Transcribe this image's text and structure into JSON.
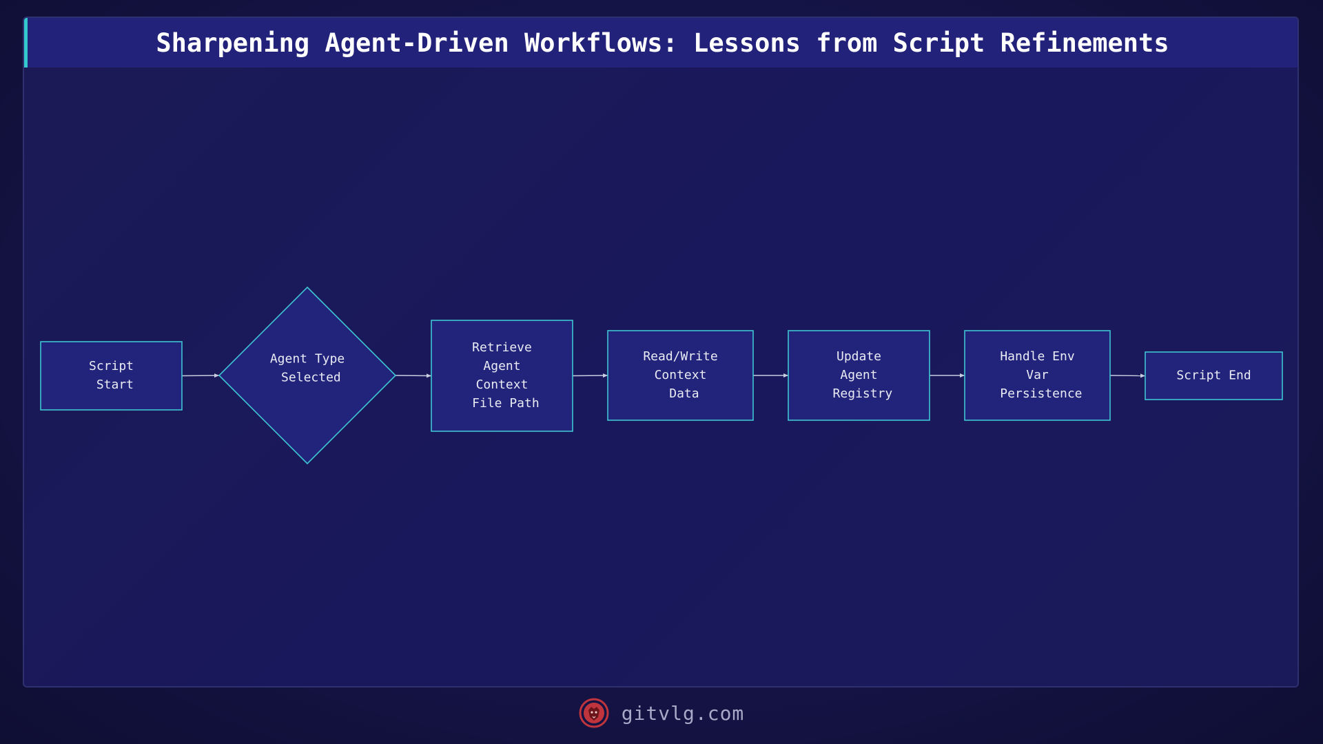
{
  "title": "Sharpening Agent-Driven Workflows: Lessons from Script Refinements",
  "diagram": {
    "nodes": [
      {
        "id": "script-start",
        "shape": "rect",
        "lines": [
          "Script",
          " Start"
        ]
      },
      {
        "id": "agent-type-selected",
        "shape": "diamond",
        "lines": [
          "Agent Type",
          " Selected"
        ]
      },
      {
        "id": "retrieve-agent-context-file-path",
        "shape": "rect",
        "lines": [
          "Retrieve",
          "Agent",
          "Context",
          " File Path"
        ]
      },
      {
        "id": "read-write-context-data",
        "shape": "rect",
        "lines": [
          "Read/Write",
          "Context",
          " Data"
        ]
      },
      {
        "id": "update-agent-registry",
        "shape": "rect",
        "lines": [
          "Update",
          "Agent",
          " Registry"
        ]
      },
      {
        "id": "handle-env-var-persistence",
        "shape": "rect",
        "lines": [
          "Handle Env",
          "Var",
          " Persistence"
        ]
      },
      {
        "id": "script-end",
        "shape": "rect",
        "lines": [
          "Script End"
        ]
      }
    ],
    "edges": [
      [
        "script-start",
        "agent-type-selected"
      ],
      [
        "agent-type-selected",
        "retrieve-agent-context-file-path"
      ],
      [
        "retrieve-agent-context-file-path",
        "read-write-context-data"
      ],
      [
        "read-write-context-data",
        "update-agent-registry"
      ],
      [
        "update-agent-registry",
        "handle-env-var-persistence"
      ],
      [
        "handle-env-var-persistence",
        "script-end"
      ]
    ]
  },
  "colors": {
    "node_fill": "#22237a",
    "node_stroke": "#3ec6d3",
    "edge": "#c9cde0",
    "accent": "#33c9cf",
    "logo": "#c0353d"
  },
  "footer": {
    "logo_icon": "lion-head-icon",
    "site": "gitvlg.com"
  }
}
